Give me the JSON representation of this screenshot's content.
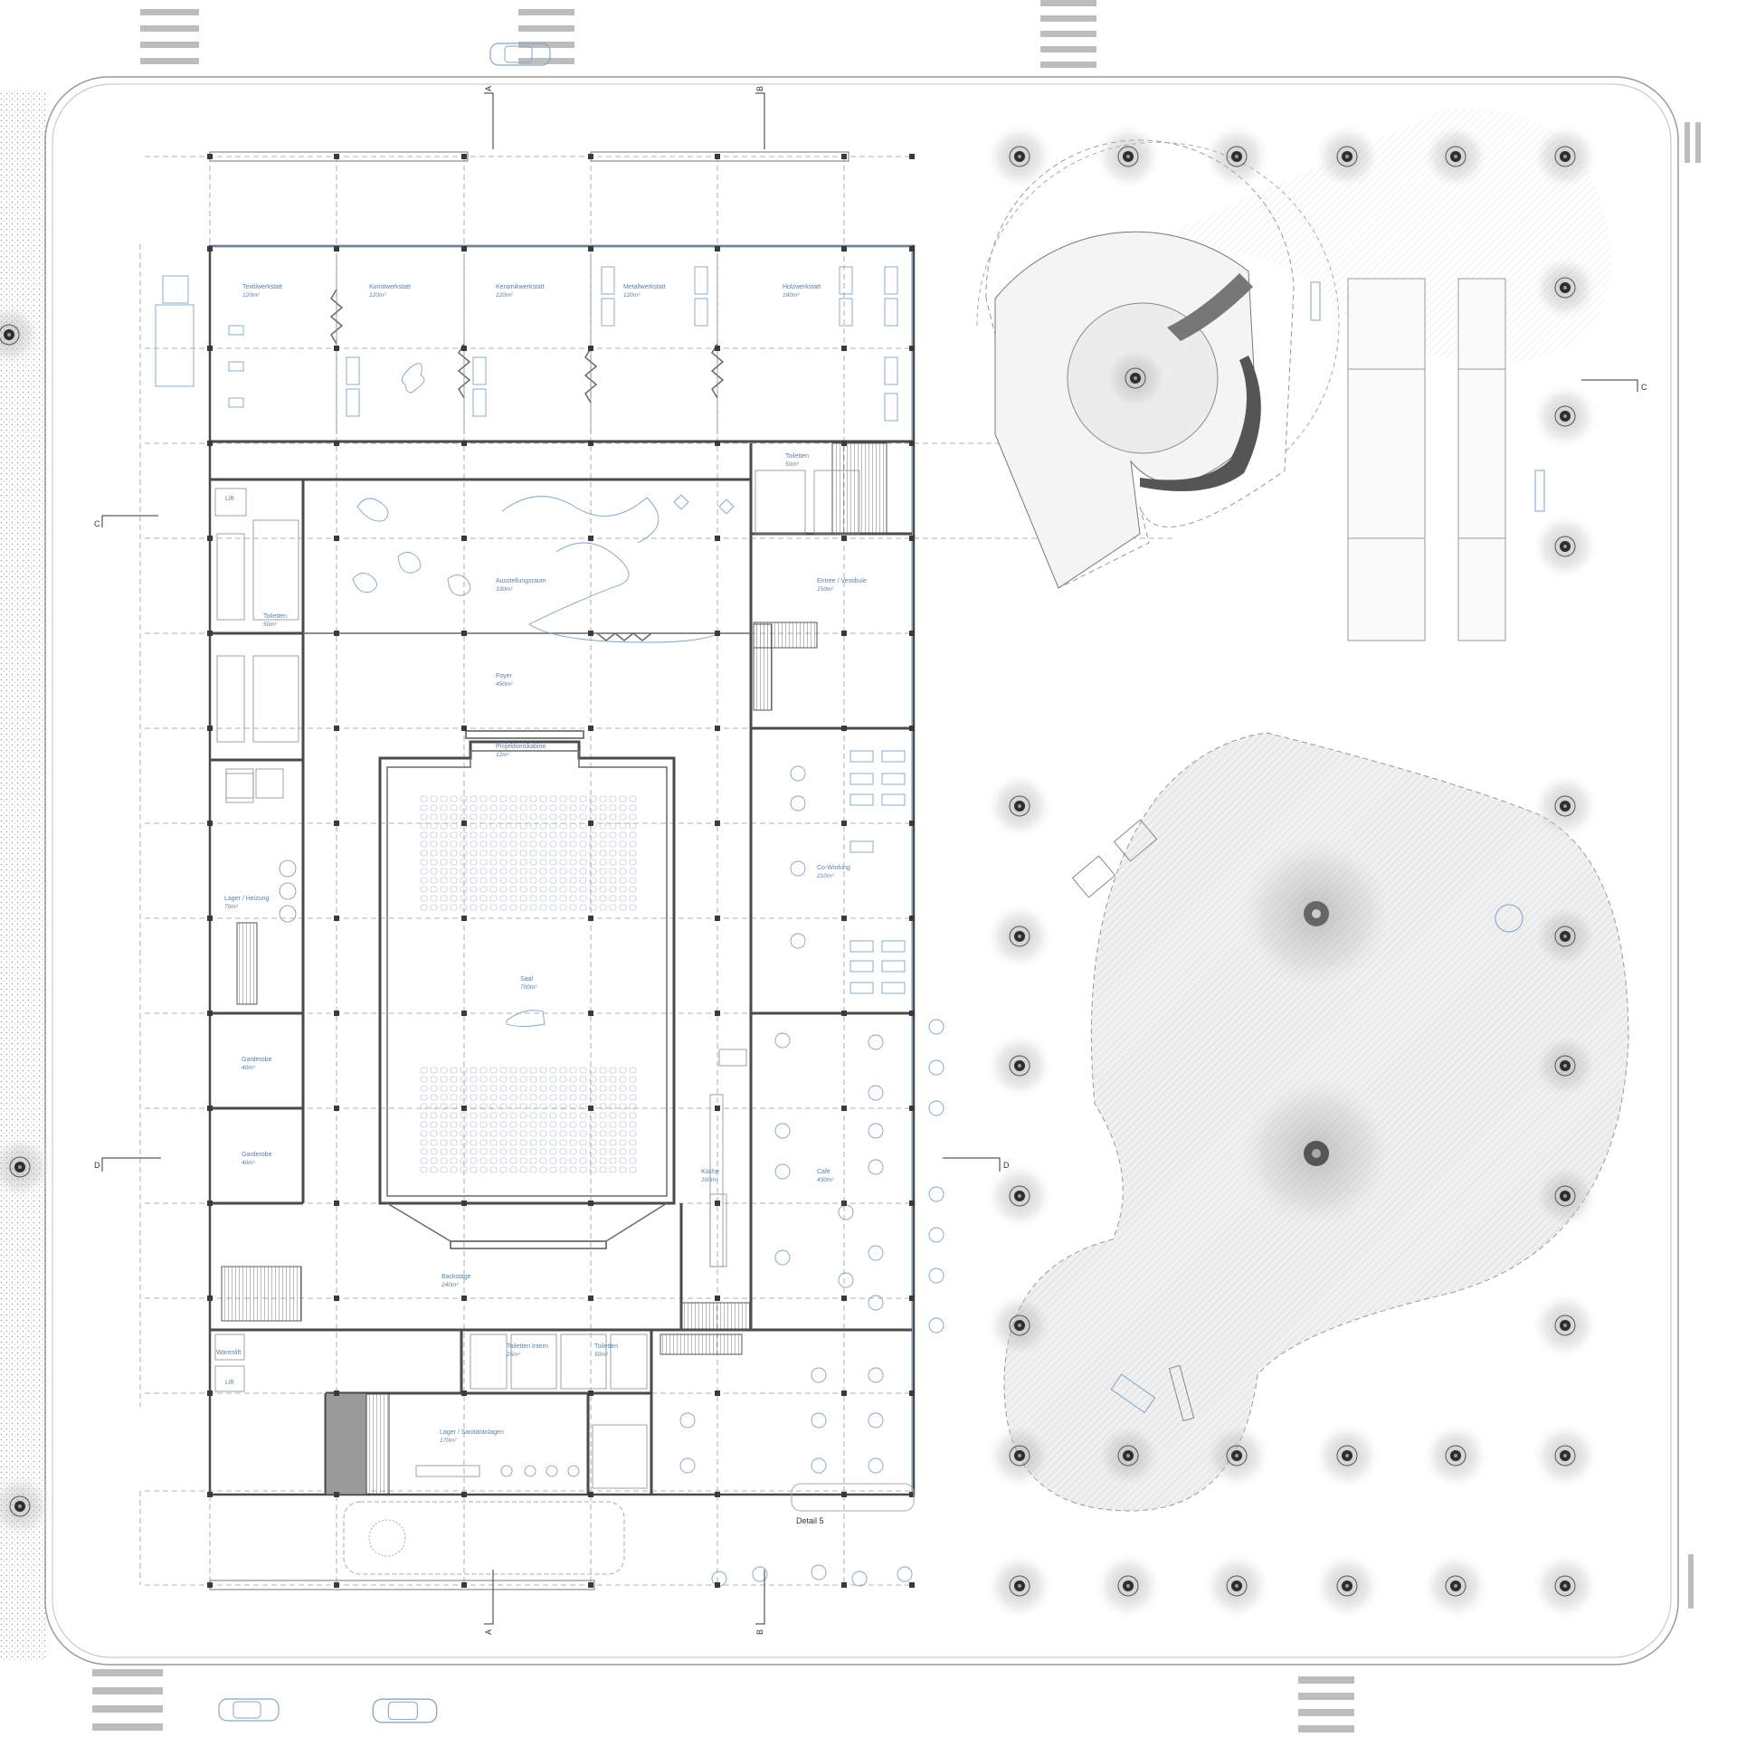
{
  "rooms": {
    "textil": {
      "name": "Textilwerkstatt",
      "area": "120m²"
    },
    "kunst": {
      "name": "Kunstwerkstatt",
      "area": "120m²"
    },
    "keramik": {
      "name": "Keramikwerkstatt",
      "area": "120m²"
    },
    "metall": {
      "name": "Metallwerkstatt",
      "area": "120m²"
    },
    "holz": {
      "name": "Holzwerkstatt",
      "area": "180m²"
    },
    "toiletten_ne": {
      "name": "Toiletten",
      "area": "50m²"
    },
    "lift_top": {
      "name": "Lift"
    },
    "toiletten_w": {
      "name": "Toiletten",
      "area": "50m²"
    },
    "ausstellung": {
      "name": "Ausstellungsraum",
      "area": "330m²"
    },
    "entree": {
      "name": "Entrée / Vestibule",
      "area": "150m²"
    },
    "foyer": {
      "name": "Foyer",
      "area": "450m²"
    },
    "projektion": {
      "name": "Projektionskabine",
      "area": "12m²"
    },
    "lager_heizung": {
      "name": "Lager / Heizung",
      "area": "70m²"
    },
    "coworking": {
      "name": "Co-Working",
      "area": "210m²"
    },
    "saal": {
      "name": "Saal",
      "area": "700m²"
    },
    "garderobe1": {
      "name": "Garderobe",
      "area": "40m²"
    },
    "garderobe2": {
      "name": "Garderobe",
      "area": "40m²"
    },
    "kueche": {
      "name": "Küche",
      "area": "100m²"
    },
    "cafe": {
      "name": "Café",
      "area": "430m²"
    },
    "backstage": {
      "name": "Backstage",
      "area": "240m²"
    },
    "warenlift": {
      "name": "Warenlift"
    },
    "lift_bottom": {
      "name": "Lift"
    },
    "toiletten_intern": {
      "name": "Toiletten Intern",
      "area": "25m²"
    },
    "toiletten_s": {
      "name": "Toiletten",
      "area": "50m²"
    },
    "lager_sanitaer": {
      "name": "Lager / Sanitäranlagen",
      "area": "170m²"
    }
  },
  "section_marks": {
    "a_top": "A",
    "b_top": "B",
    "a_bottom": "A",
    "b_bottom": "B",
    "c_left": "C",
    "c_right": "C",
    "d_left": "D",
    "d_right": "D"
  },
  "detail_label": "Detail 5",
  "colors": {
    "wall": "#4a4a4a",
    "glass": "#7fa3c8",
    "label": "#5b7fa6",
    "plaza": "#e8e8e8",
    "road": "#bdbdbd"
  },
  "icons": [
    "tree-symbol",
    "car-icon",
    "crosswalk-stripes",
    "section-marker",
    "north-stair"
  ]
}
